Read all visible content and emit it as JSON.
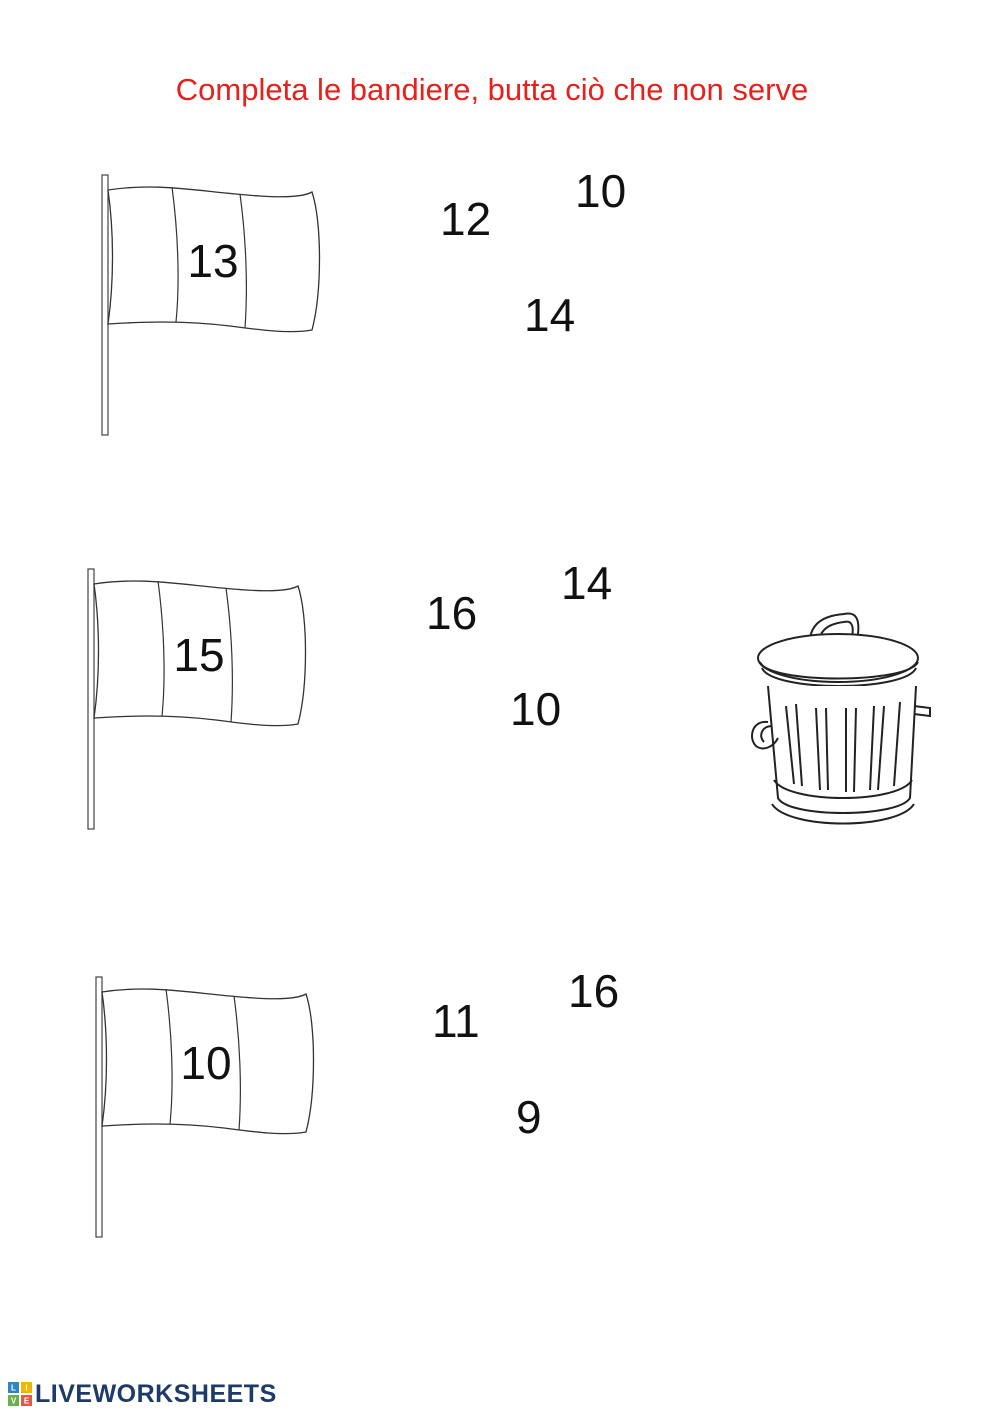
{
  "instruction": "Completa le bandiere, butta ciò che non serve",
  "flags": [
    {
      "number": "13",
      "options": [
        "12",
        "10",
        "14"
      ]
    },
    {
      "number": "15",
      "options": [
        "16",
        "14",
        "10"
      ]
    },
    {
      "number": "10",
      "options": [
        "11",
        "16",
        "9"
      ]
    }
  ],
  "trash": {
    "icon": "trash-can-icon"
  },
  "footer": {
    "brand": "LIVEWORKSHEETS",
    "logo_icon": "liveworksheets-logo-icon",
    "logo_letters": [
      "L",
      "I",
      "V",
      "E"
    ]
  }
}
